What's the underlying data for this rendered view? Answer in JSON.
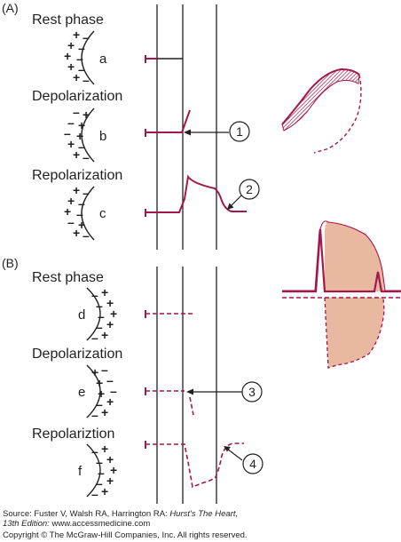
{
  "colors": {
    "ink": "#231f20",
    "trace": "#a4174a",
    "fill": "#e8b8a0"
  },
  "section_a": {
    "label": "(A)",
    "rows": [
      {
        "phase": "Rest phase",
        "cell_letter": "a"
      },
      {
        "phase": "Depolarization",
        "cell_letter": "b",
        "marker": "1"
      },
      {
        "phase": "Repolarization",
        "cell_letter": "c",
        "marker": "2"
      }
    ]
  },
  "section_b": {
    "label": "(B)",
    "rows": [
      {
        "phase": "Rest phase",
        "cell_letter": "d"
      },
      {
        "phase": "Depolarization",
        "cell_letter": "e",
        "marker": "3"
      },
      {
        "phase": "Repolariztion",
        "cell_letter": "f",
        "marker": "4"
      }
    ]
  },
  "signs": {
    "plus": "+",
    "minus": "–"
  },
  "source": {
    "line1_prefix": "Source: Fuster V, Walsh RA, Harrington RA: ",
    "book_title": "Hurst's The Heart,",
    "edition": "13th Edition:",
    "line2_suffix": " www.accessmedicine.com",
    "copyright": "Copyright © The McGraw-Hill Companies, Inc. All rights reserved."
  }
}
